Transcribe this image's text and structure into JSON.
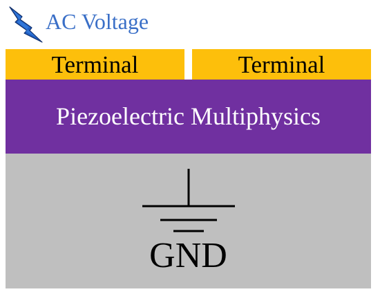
{
  "header": {
    "title": "AC Voltage",
    "icon": "lightning-bolt-icon",
    "title_color": "#3a6fc7"
  },
  "terminals": [
    {
      "label": "Terminal",
      "color": "#fdbf0b"
    },
    {
      "label": "Terminal",
      "color": "#fdbf0b"
    }
  ],
  "piezo_layer": {
    "label": "Piezoelectric Multiphysics",
    "color": "#7030a0"
  },
  "substrate": {
    "label": "GND",
    "icon": "ground-symbol-icon",
    "color": "#bfbfbf"
  }
}
